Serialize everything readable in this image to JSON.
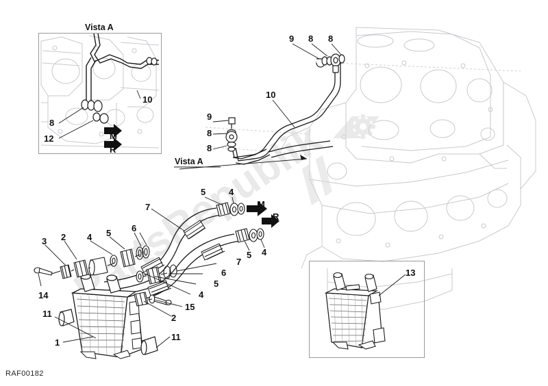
{
  "sheet": {
    "part_number": "RAF00182",
    "background": "#ffffff",
    "line_color": "#1a1a1a",
    "ghost_color": "#c8c8cc",
    "watermark_color": "#d6d6d6",
    "inset_border_color": "#9a9a9a"
  },
  "watermark": {
    "text": "PartsRepublik",
    "has_gear_icon": true
  },
  "insets": [
    {
      "name": "vista-a-inset",
      "title": "Vista A"
    },
    {
      "name": "oil-cooler-inset",
      "title": ""
    }
  ],
  "section_labels": [
    {
      "name": "vista-a-title-top",
      "text": "Vista A"
    },
    {
      "name": "vista-a-title-main",
      "text": "Vista A"
    }
  ],
  "flow_markers": [
    {
      "name": "flow-marker-m-inset",
      "text": "M"
    },
    {
      "name": "flow-marker-r-inset",
      "text": "R"
    },
    {
      "name": "flow-marker-m-main",
      "text": "M"
    },
    {
      "name": "flow-marker-r-main",
      "text": "R"
    }
  ],
  "callouts": {
    "inset_vista_a": [
      {
        "id": "8",
        "text": "8"
      },
      {
        "id": "12",
        "text": "12"
      },
      {
        "id": "10",
        "text": "10"
      }
    ],
    "upper_lines": [
      {
        "id": "9-top",
        "text": "9"
      },
      {
        "id": "8-top-a",
        "text": "8"
      },
      {
        "id": "8-top-b",
        "text": "8"
      },
      {
        "id": "10-hose",
        "text": "10"
      },
      {
        "id": "9-left",
        "text": "9"
      },
      {
        "id": "8-left-a",
        "text": "8"
      },
      {
        "id": "8-left-b",
        "text": "8"
      }
    ],
    "hose_assembly": [
      {
        "id": "5-upper",
        "text": "5"
      },
      {
        "id": "4-upper",
        "text": "4"
      },
      {
        "id": "7-upper",
        "text": "7"
      },
      {
        "id": "5-lower",
        "text": "5"
      },
      {
        "id": "4-lower",
        "text": "4"
      }
    ],
    "cooler_left": [
      {
        "id": "3",
        "text": "3"
      },
      {
        "id": "2",
        "text": "2"
      },
      {
        "id": "4",
        "text": "4"
      },
      {
        "id": "5",
        "text": "5"
      },
      {
        "id": "6",
        "text": "6"
      },
      {
        "id": "14",
        "text": "14"
      },
      {
        "id": "11-left",
        "text": "11"
      },
      {
        "id": "1",
        "text": "1"
      }
    ],
    "cooler_right": [
      {
        "id": "7",
        "text": "7"
      },
      {
        "id": "6",
        "text": "6"
      },
      {
        "id": "5",
        "text": "5"
      },
      {
        "id": "4",
        "text": "4"
      },
      {
        "id": "15",
        "text": "15"
      },
      {
        "id": "2",
        "text": "2"
      },
      {
        "id": "11-right",
        "text": "11"
      }
    ],
    "inset_cooler": [
      {
        "id": "13",
        "text": "13"
      }
    ]
  }
}
